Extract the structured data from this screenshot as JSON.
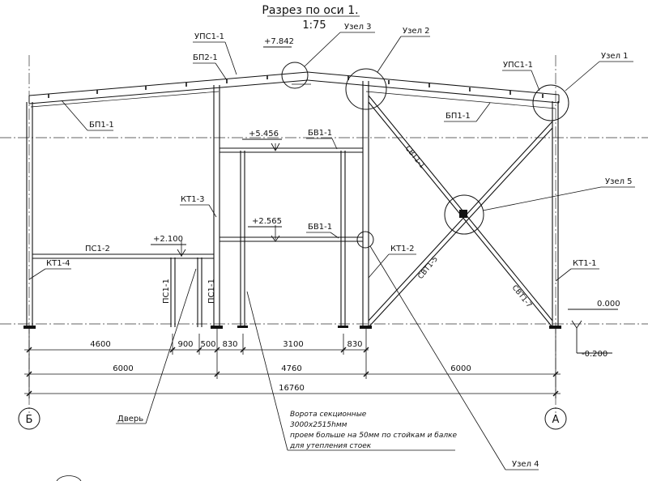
{
  "title": "Разрез по оси 1.",
  "scale": "1:75",
  "node_labels": {
    "n1": "Узел 1",
    "n2": "Узел 2",
    "n3": "Узел 3",
    "n4": "Узел 4",
    "n5": "Узел 5"
  },
  "member_labels": {
    "ups1_left": "УПС1-1",
    "bp2_1": "БП2-1",
    "ups1_right": "УПС1-1",
    "bp1_left": "БП1-1",
    "bp1_right": "БП1-1",
    "bv1_top": "БВ1-1",
    "bv1_mid": "БВ1-1",
    "kt1_3": "КТ1-3",
    "kt1_4": "КТ1-4",
    "kt1_2": "КТ1-2",
    "kt1_1": "КТ1-1",
    "ps1_2": "ПС1-2",
    "ps1_1a": "ПС1-1",
    "ps1_1b": "ПС1-1",
    "svt1_1": "СВТ1-1",
    "svt1_5": "СВТ1-5",
    "svt1_7": "СВТ1-7"
  },
  "elevations": {
    "ridge": "+7.842",
    "top_beam": "+5.456",
    "mid_beam": "+2.565",
    "platform": "+2.100",
    "zero": "0.000",
    "minus": "-0.200"
  },
  "dims_row1": [
    "4600",
    "900",
    "500",
    "830",
    "3100",
    "830"
  ],
  "dims_row2": [
    "6000",
    "4760",
    "6000"
  ],
  "dim_total": "16760",
  "axes": {
    "left": "Б",
    "right": "А"
  },
  "door_label": "Дверь",
  "note_lines": [
    "Ворота секционные",
    "3000x2515hмм",
    "проем больше на 50мм по стойкам и балке",
    "для утепления стоек"
  ]
}
